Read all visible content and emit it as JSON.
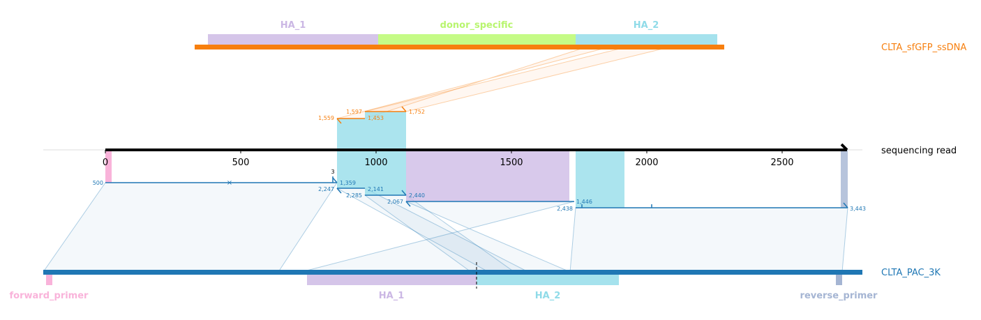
{
  "colors": {
    "donor": "#f77f0e",
    "target": "#1f77b4",
    "read": "#000000",
    "ha1": "#cbb7e4",
    "ha2": "#8fdbe8",
    "donor_specific": "#c5fb86",
    "forward_primer": "#f9b3da",
    "reverse_primer": "#a5b5d3"
  },
  "tracks": {
    "donor": {
      "name": "CLTA_sfGFP_ssDNA",
      "color": "#f77f0e"
    },
    "read": {
      "name": "sequencing read",
      "color": "#000000"
    },
    "target": {
      "name": "CLTA_PAC_3K",
      "color": "#1f77b4"
    }
  },
  "donor_features": [
    {
      "label": "HA_1",
      "color": "#cbb7e4"
    },
    {
      "label": "donor_specific",
      "color": "#c5fb86"
    },
    {
      "label": "HA_2",
      "color": "#8fdbe8"
    }
  ],
  "target_features": [
    {
      "label": "forward_primer",
      "color": "#f9b3da"
    },
    {
      "label": "HA_1",
      "color": "#cbb7e4"
    },
    {
      "label": "HA_2",
      "color": "#8fdbe8"
    },
    {
      "label": "reverse_primer",
      "color": "#a5b5d3"
    }
  ],
  "read_axis": {
    "ticks": [
      "0",
      "500",
      "1000",
      "1500",
      "2000",
      "2500"
    ]
  },
  "alignments": {
    "target": [
      {
        "start": "500",
        "end": "1,359",
        "mark": "×"
      },
      {
        "start": "2,247",
        "end": "2,141"
      },
      {
        "start": "2,285",
        "end": "2,440"
      },
      {
        "start": "2,067",
        "end": "1,446"
      },
      {
        "start": "2,438",
        "end": "3,443"
      }
    ],
    "donor": [
      {
        "start": "1,559",
        "end": "1,453"
      },
      {
        "start": "1,597",
        "end": "1,752"
      }
    ],
    "insertion": "3"
  }
}
